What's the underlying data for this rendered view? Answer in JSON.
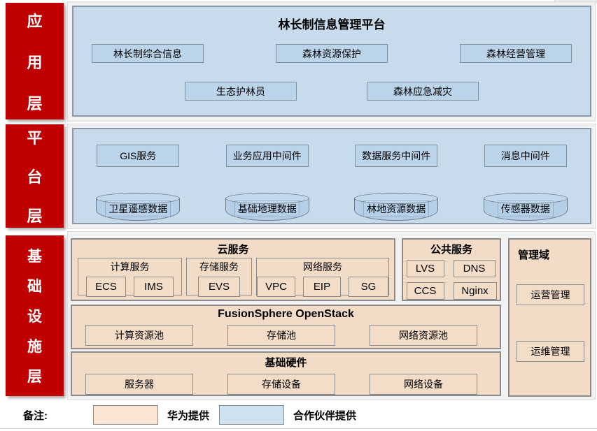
{
  "app": {
    "label": [
      "应",
      "用",
      "层"
    ],
    "title": "林长制信息管理平台",
    "row1": [
      "林长制综合信息",
      "森林资源保护",
      "森林经营管理"
    ],
    "row2": [
      "生态护林员",
      "森林应急减灾"
    ]
  },
  "platform": {
    "label": [
      "平",
      "台",
      "层"
    ],
    "services": [
      "GIS服务",
      "业务应用中间件",
      "数据服务中间件",
      "消息中间件"
    ],
    "databases": [
      "卫星遥感数据",
      "基础地理数据",
      "林地资源数据",
      "传感器数据"
    ]
  },
  "infra": {
    "label": [
      "基",
      "础",
      "设",
      "施",
      "层"
    ],
    "cloud_title": "云服务",
    "compute_title": "计算服务",
    "compute_items": [
      "ECS",
      "IMS"
    ],
    "storage_title": "存储服务",
    "storage_items": [
      "EVS"
    ],
    "network_title": "网络服务",
    "network_items": [
      "VPC",
      "EIP",
      "SG"
    ],
    "public_title": "公共服务",
    "public_items": [
      "LVS",
      "DNS",
      "CCS",
      "Nginx"
    ],
    "mgmt_title": "管理域",
    "mgmt_items": [
      "运营管理",
      "运维管理"
    ],
    "fusion_title": "FusionSphere OpenStack",
    "fusion_items": [
      "计算资源池",
      "存储池",
      "网络资源池"
    ],
    "hw_title": "基础硬件",
    "hw_items": [
      "服务器",
      "存储设备",
      "网络设备"
    ]
  },
  "legend": {
    "label": "备注:",
    "huawei": "华为提供",
    "partner": "合作伙伴提供"
  },
  "colors": {
    "layer_red": "#c00000",
    "partner_blue_panel": "#c8dbec",
    "partner_blue_box": "#bcd4ea",
    "huawei_peach": "#f2dcc8",
    "legend_huawei": "#fae5d4",
    "legend_partner": "#cfe1ef"
  }
}
